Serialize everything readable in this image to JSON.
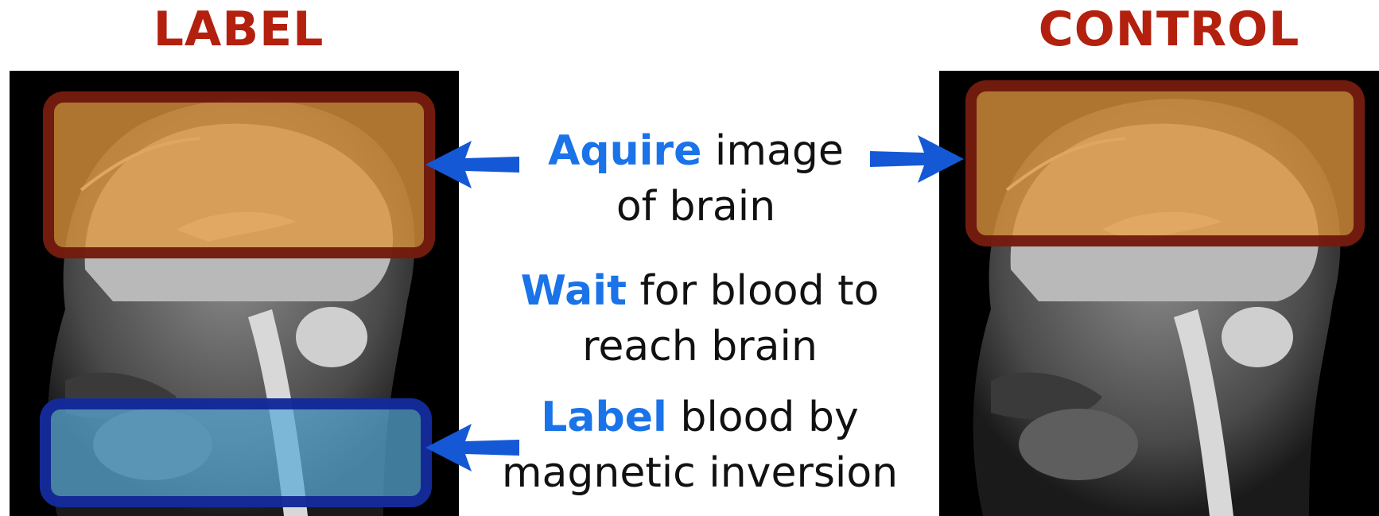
{
  "headings": {
    "label": "LABEL",
    "control": "CONTROL"
  },
  "steps": [
    {
      "keyword": "Aquire",
      "text_line1": " image",
      "text_line2": "of brain"
    },
    {
      "keyword": "Wait",
      "text_line1": " for blood to",
      "text_line2": "reach brain"
    },
    {
      "keyword": "Label",
      "text_line1": " blood by",
      "text_line2": "magnetic inversion"
    }
  ],
  "colors": {
    "heading": "#b3200e",
    "keyword": "#1a73e8",
    "arrow": "#1558d6",
    "imaging_fill": "#de963c",
    "imaging_border": "#690f0a",
    "labeling_fill": "#5aaad7",
    "labeling_border": "#0f2396"
  },
  "images": {
    "left": "sagittal-brain-mri",
    "right": "sagittal-brain-mri"
  }
}
